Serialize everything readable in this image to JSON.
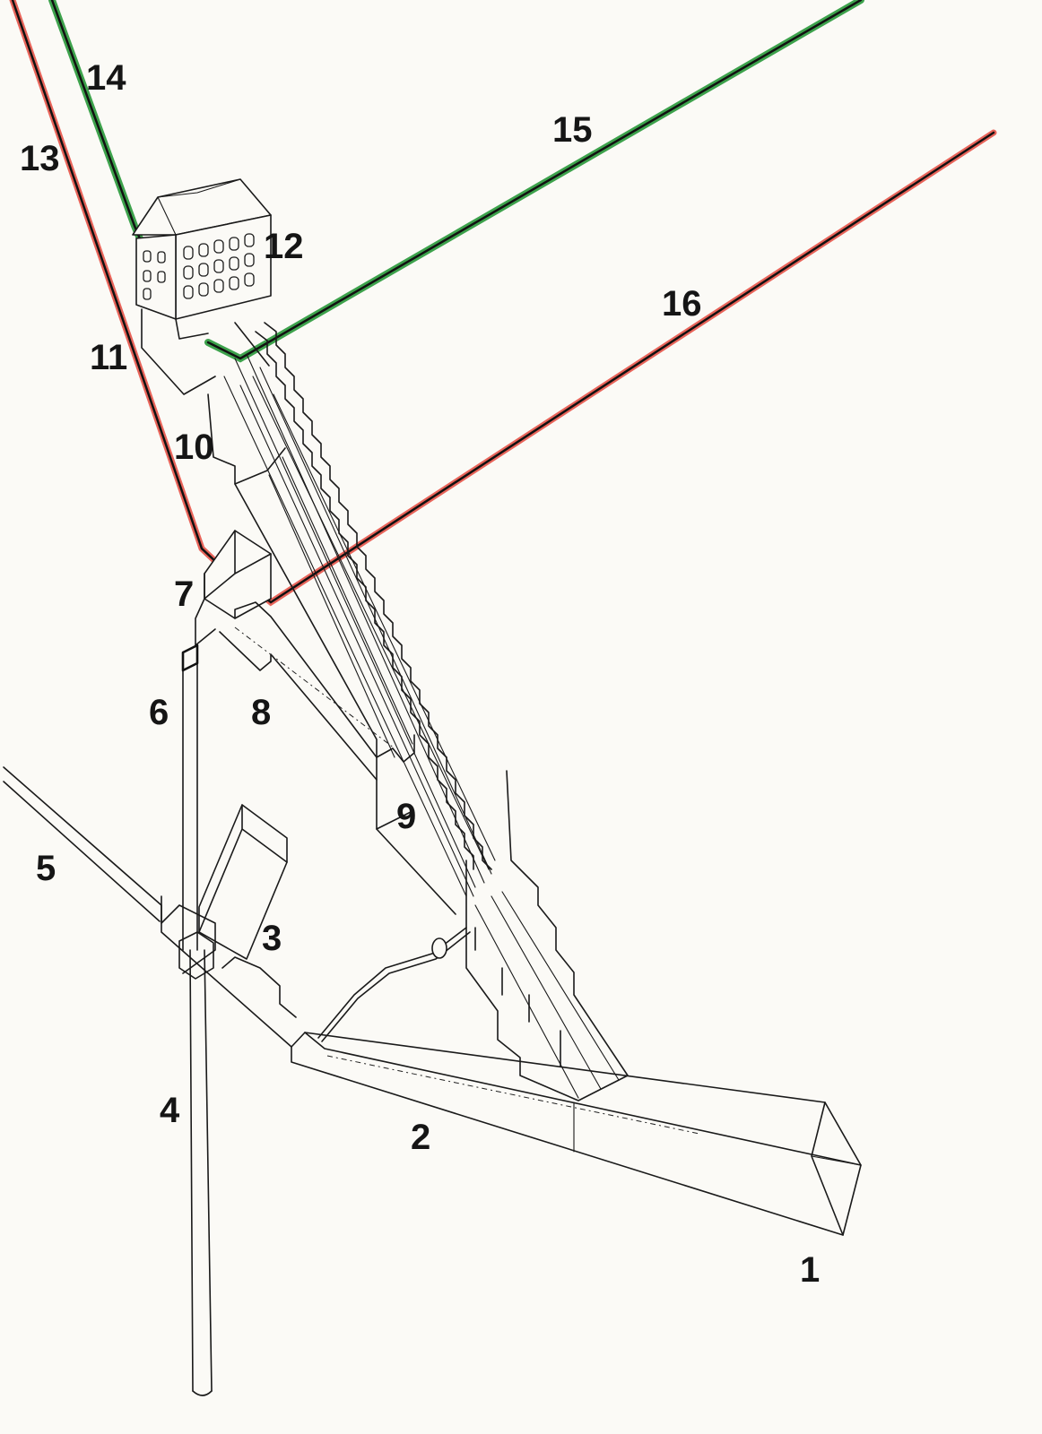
{
  "colors": {
    "ink": "#1a1a1a",
    "paper": "#fbfaf6",
    "red_pipe": "#e8645a",
    "green_pipe": "#3da24c"
  },
  "labels": {
    "l1": "1",
    "l2": "2",
    "l3": "3",
    "l4": "4",
    "l5": "5",
    "l6": "6",
    "l7": "7",
    "l8": "8",
    "l9": "9",
    "l10": "10",
    "l11": "11",
    "l12": "12",
    "l13": "13",
    "l14": "14",
    "l15": "15",
    "l16": "16"
  }
}
